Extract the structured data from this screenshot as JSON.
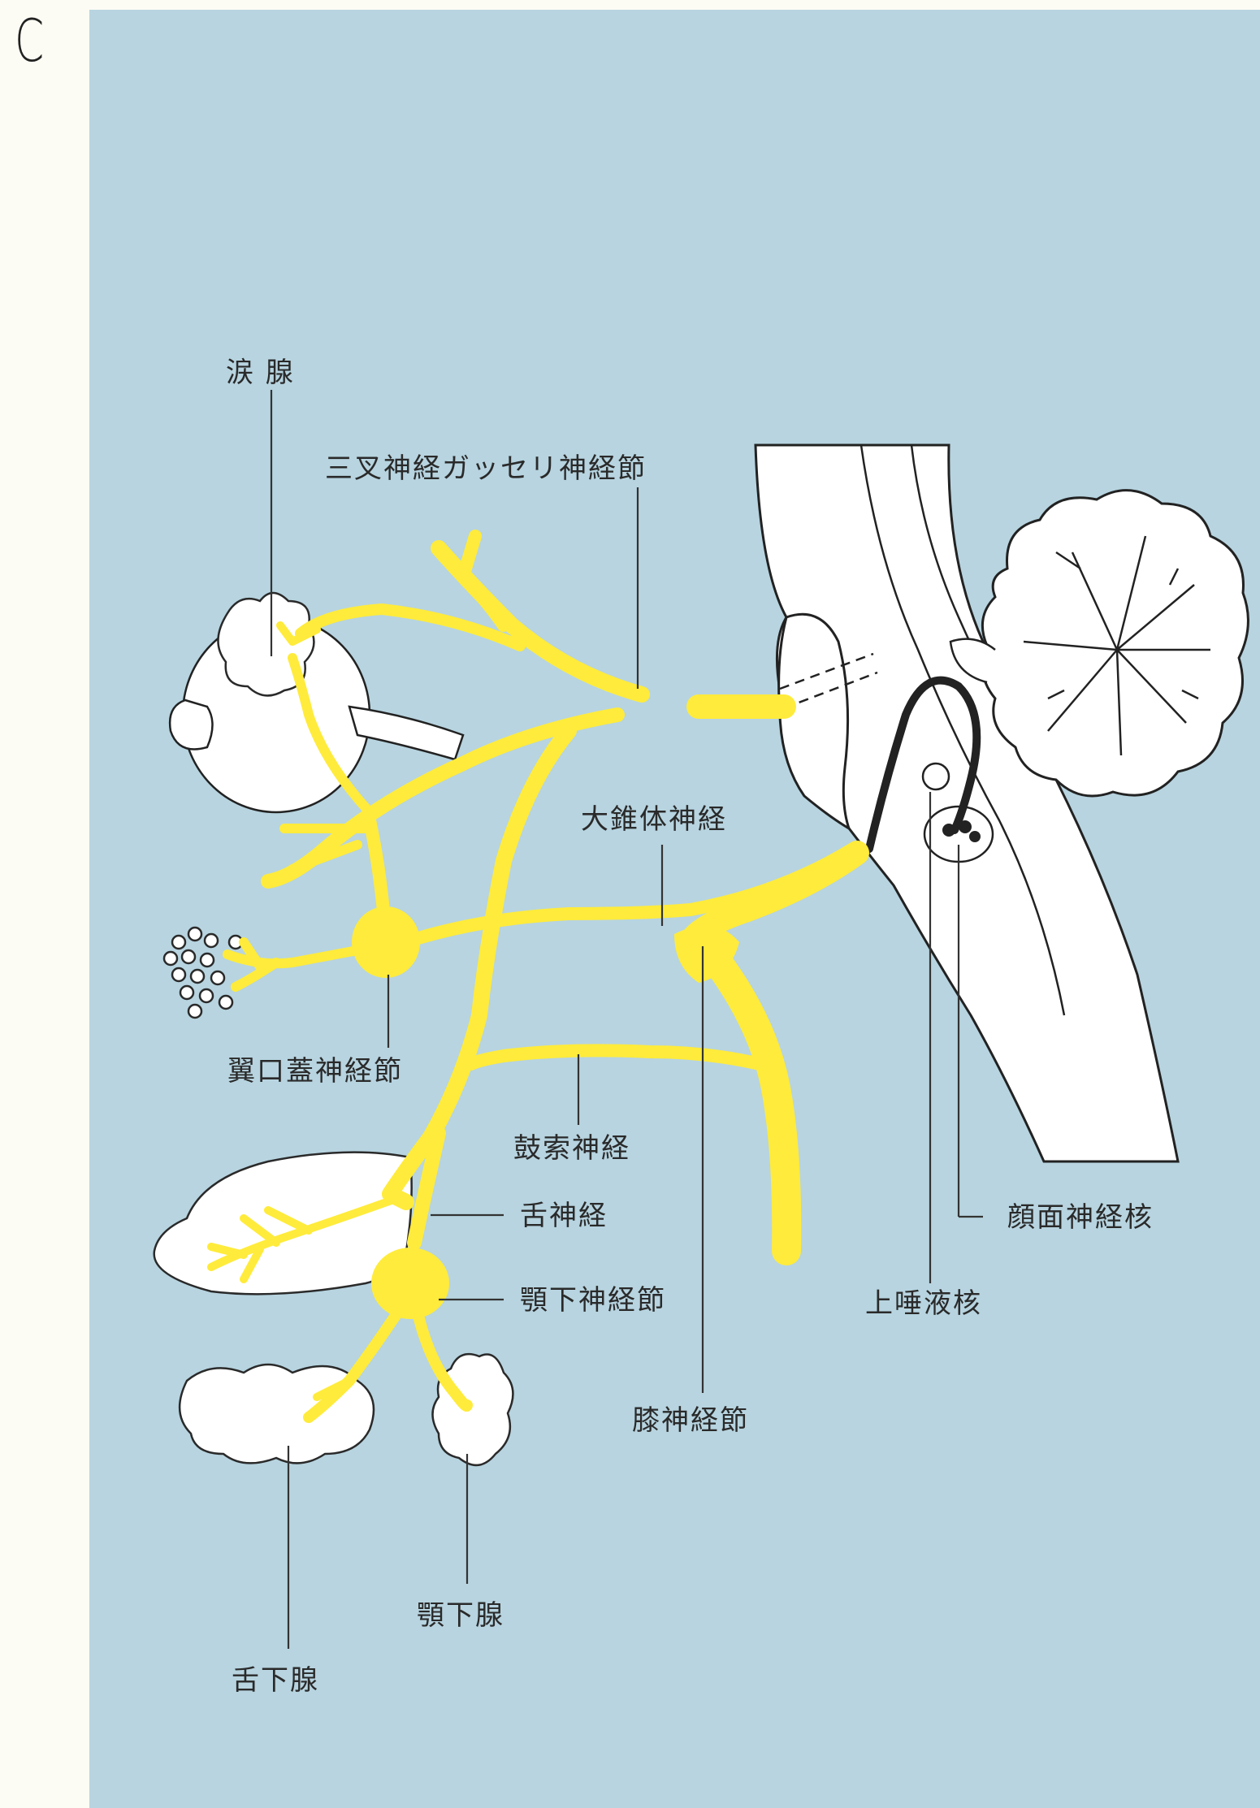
{
  "panel_letter": "C",
  "colors": {
    "background_panel": "#b7d4e0",
    "nerve": "#ffeb3b",
    "tissue": "#ffffff",
    "dark_fiber": "#222222"
  },
  "labels": {
    "lacrimal_gland": "涙 腺",
    "trigeminal_ganglion": "三叉神経ガッセリ神経節",
    "greater_petrosal_nerve": "大錐体神経",
    "pterygopalatine_ganglion": "翼口蓋神経節",
    "chorda_tympani": "鼓索神経",
    "lingual_nerve": "舌神経",
    "submandibular_ganglion": "顎下神経節",
    "geniculate_ganglion": "膝神経節",
    "facial_nucleus": "顔面神経核",
    "superior_salivatory_nucleus": "上唾液核",
    "submandibular_gland": "顎下腺",
    "sublingual_gland": "舌下腺"
  }
}
